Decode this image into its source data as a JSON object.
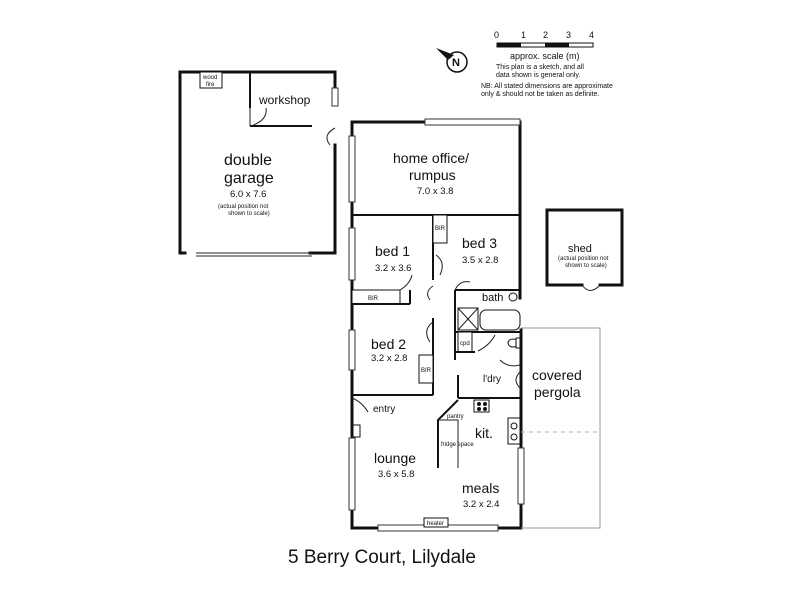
{
  "title": "5 Berry Court, Lilydale",
  "scale": {
    "ticks": [
      "0",
      "1",
      "2",
      "3",
      "4"
    ],
    "label": "approx. scale (m)",
    "note1": "This plan is a sketch, and all",
    "note2": "data shown is general only.",
    "note3": "NB: All stated dimensions are approximate",
    "note4": "only & should not be taken as definite."
  },
  "compass": "N",
  "rooms": {
    "garage": {
      "name1": "double",
      "name2": "garage",
      "dim": "6.0 x 7.6",
      "note1": "(actual position not",
      "note2": "shown to scale)"
    },
    "woodfire": {
      "line1": "wood",
      "line2": "fire"
    },
    "workshop": "workshop",
    "office": {
      "name1": "home office/",
      "name2": "rumpus",
      "dim": "7.0 x 3.8"
    },
    "bed1": {
      "name": "bed 1",
      "dim": "3.2 x 3.6"
    },
    "bed3": {
      "name": "bed 3",
      "dim": "3.5 x 2.8"
    },
    "bed2": {
      "name": "bed 2",
      "dim": "3.2 x 2.8"
    },
    "bath": "bath",
    "ldry": "l'dry",
    "cpd": "cpd",
    "bir": "BIR",
    "entry": "entry",
    "kit": "kit.",
    "pantry": "pantry",
    "fridge": "fridge space",
    "lounge": {
      "name": "lounge",
      "dim": "3.6 x 5.8"
    },
    "meals": {
      "name": "meals",
      "dim": "3.2 x 2.4"
    },
    "heater": "heater",
    "pergola": {
      "name1": "covered",
      "name2": "pergola"
    },
    "shed": {
      "name": "shed",
      "note1": "(actual position not",
      "note2": "shown to scale)"
    }
  }
}
